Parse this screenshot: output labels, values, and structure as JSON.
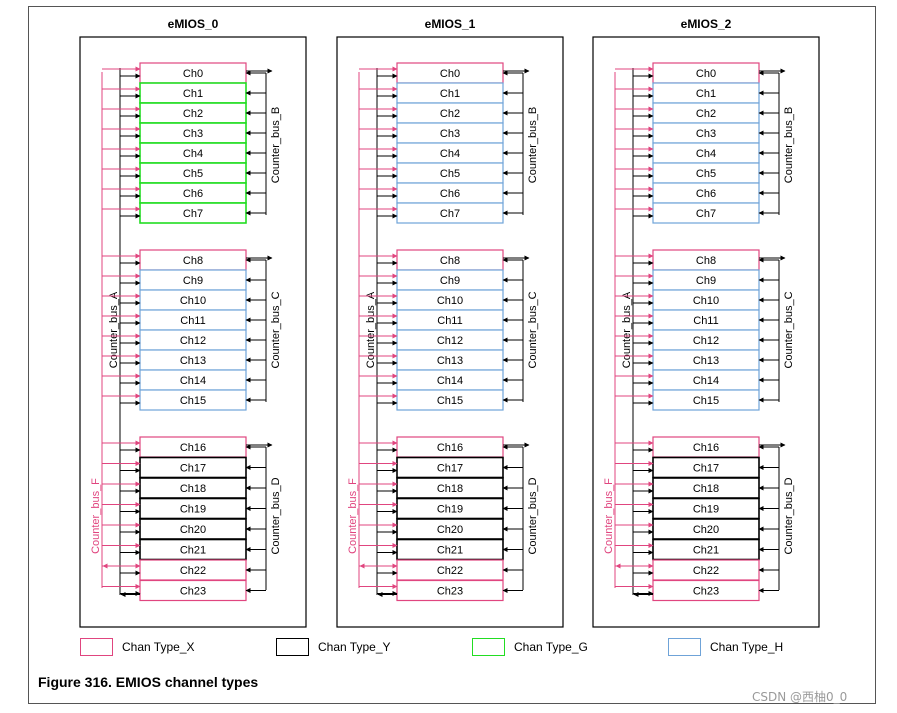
{
  "figure": {
    "caption": "Figure 316.  EMIOS channel types",
    "watermark": "CSDN @西柚0_0"
  },
  "colors": {
    "type_x": "#e0457f",
    "type_y": "#000000",
    "type_g": "#22dd22",
    "type_h": "#6fa3d8",
    "bus_line": "#000000",
    "bus_f_line": "#e0457f"
  },
  "buses": {
    "a": "Counter_bus_A",
    "b": "Counter_bus_B",
    "c": "Counter_bus_C",
    "d": "Counter_bus_D",
    "f": "Counter_bus_F"
  },
  "modules": [
    {
      "title": "eMIOS_0",
      "channels": [
        {
          "label": "Ch0",
          "type": "X"
        },
        {
          "label": "Ch1",
          "type": "G"
        },
        {
          "label": "Ch2",
          "type": "G"
        },
        {
          "label": "Ch3",
          "type": "G"
        },
        {
          "label": "Ch4",
          "type": "G"
        },
        {
          "label": "Ch5",
          "type": "G"
        },
        {
          "label": "Ch6",
          "type": "G"
        },
        {
          "label": "Ch7",
          "type": "G"
        },
        {
          "label": "Ch8",
          "type": "X"
        },
        {
          "label": "Ch9",
          "type": "H"
        },
        {
          "label": "Ch10",
          "type": "H"
        },
        {
          "label": "Ch11",
          "type": "H"
        },
        {
          "label": "Ch12",
          "type": "H"
        },
        {
          "label": "Ch13",
          "type": "H"
        },
        {
          "label": "Ch14",
          "type": "H"
        },
        {
          "label": "Ch15",
          "type": "H"
        },
        {
          "label": "Ch16",
          "type": "X"
        },
        {
          "label": "Ch17",
          "type": "Y"
        },
        {
          "label": "Ch18",
          "type": "Y"
        },
        {
          "label": "Ch19",
          "type": "Y"
        },
        {
          "label": "Ch20",
          "type": "Y"
        },
        {
          "label": "Ch21",
          "type": "Y"
        },
        {
          "label": "Ch22",
          "type": "X"
        },
        {
          "label": "Ch23",
          "type": "X"
        }
      ]
    },
    {
      "title": "eMIOS_1",
      "channels": [
        {
          "label": "Ch0",
          "type": "X"
        },
        {
          "label": "Ch1",
          "type": "H"
        },
        {
          "label": "Ch2",
          "type": "H"
        },
        {
          "label": "Ch3",
          "type": "H"
        },
        {
          "label": "Ch4",
          "type": "H"
        },
        {
          "label": "Ch5",
          "type": "H"
        },
        {
          "label": "Ch6",
          "type": "H"
        },
        {
          "label": "Ch7",
          "type": "H"
        },
        {
          "label": "Ch8",
          "type": "X"
        },
        {
          "label": "Ch9",
          "type": "H"
        },
        {
          "label": "Ch10",
          "type": "H"
        },
        {
          "label": "Ch11",
          "type": "H"
        },
        {
          "label": "Ch12",
          "type": "H"
        },
        {
          "label": "Ch13",
          "type": "H"
        },
        {
          "label": "Ch14",
          "type": "H"
        },
        {
          "label": "Ch15",
          "type": "H"
        },
        {
          "label": "Ch16",
          "type": "X"
        },
        {
          "label": "Ch17",
          "type": "Y"
        },
        {
          "label": "Ch18",
          "type": "Y"
        },
        {
          "label": "Ch19",
          "type": "Y"
        },
        {
          "label": "Ch20",
          "type": "Y"
        },
        {
          "label": "Ch21",
          "type": "Y"
        },
        {
          "label": "Ch22",
          "type": "X"
        },
        {
          "label": "Ch23",
          "type": "X"
        }
      ]
    },
    {
      "title": "eMIOS_2",
      "channels": [
        {
          "label": "Ch0",
          "type": "X"
        },
        {
          "label": "Ch1",
          "type": "H"
        },
        {
          "label": "Ch2",
          "type": "H"
        },
        {
          "label": "Ch3",
          "type": "H"
        },
        {
          "label": "Ch4",
          "type": "H"
        },
        {
          "label": "Ch5",
          "type": "H"
        },
        {
          "label": "Ch6",
          "type": "H"
        },
        {
          "label": "Ch7",
          "type": "H"
        },
        {
          "label": "Ch8",
          "type": "X"
        },
        {
          "label": "Ch9",
          "type": "H"
        },
        {
          "label": "Ch10",
          "type": "H"
        },
        {
          "label": "Ch11",
          "type": "H"
        },
        {
          "label": "Ch12",
          "type": "H"
        },
        {
          "label": "Ch13",
          "type": "H"
        },
        {
          "label": "Ch14",
          "type": "H"
        },
        {
          "label": "Ch15",
          "type": "H"
        },
        {
          "label": "Ch16",
          "type": "X"
        },
        {
          "label": "Ch17",
          "type": "Y"
        },
        {
          "label": "Ch18",
          "type": "Y"
        },
        {
          "label": "Ch19",
          "type": "Y"
        },
        {
          "label": "Ch20",
          "type": "Y"
        },
        {
          "label": "Ch21",
          "type": "Y"
        },
        {
          "label": "Ch22",
          "type": "X"
        },
        {
          "label": "Ch23",
          "type": "X"
        }
      ]
    }
  ],
  "legend": [
    {
      "label": "Chan Type_X",
      "type": "X"
    },
    {
      "label": "Chan Type_Y",
      "type": "Y"
    },
    {
      "label": "Chan Type_G",
      "type": "G"
    },
    {
      "label": "Chan Type_H",
      "type": "H"
    }
  ]
}
